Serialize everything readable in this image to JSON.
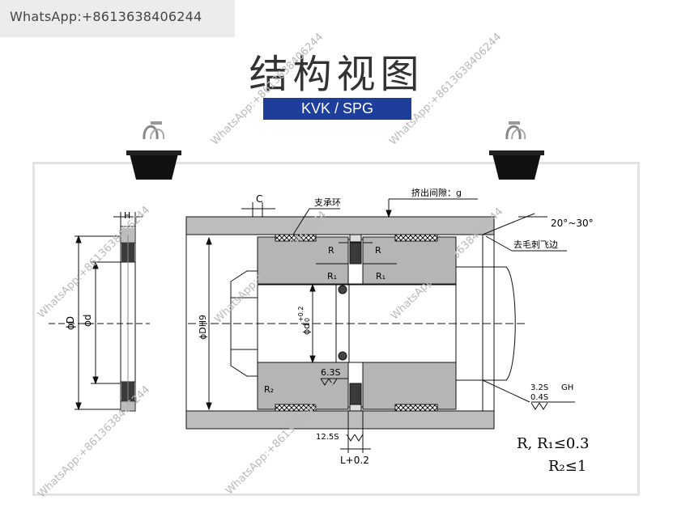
{
  "watermark_bar": "WhatsApp:+8613638406244",
  "title": "结构视图",
  "subtitle": "KVK / SPG",
  "watermark": "WhatsApp:+8613638406244",
  "labels": {
    "H": "H",
    "phiD": "ϕD",
    "phid": "ϕd",
    "C": "C",
    "support_ring": "支承环",
    "extrusion_gap": "挤出间隙：g",
    "angle": "20°~30°",
    "deburr": "去毛刺飞边",
    "R_left": "R",
    "R_right": "R",
    "R1_left": "R₁",
    "R1_right": "R₁",
    "R2": "R₂",
    "phiDH9": "ϕDH9",
    "phid_tol": "ϕd",
    "tol_upper": "+0.2",
    "tol_lower": "0",
    "roughness_63": "6.3S",
    "roughness_125": "12.5S",
    "roughness_32": "3.2S",
    "roughness_04": "0.4S",
    "GH": "GH",
    "L": "L+0.2",
    "note_R": "R, R₁≤0.3",
    "note_R2": "R₂≤1"
  },
  "colors": {
    "accent": "#1e3e9b",
    "part_gray": "#b5b5b5",
    "seal_dark": "#3a3a3a"
  }
}
